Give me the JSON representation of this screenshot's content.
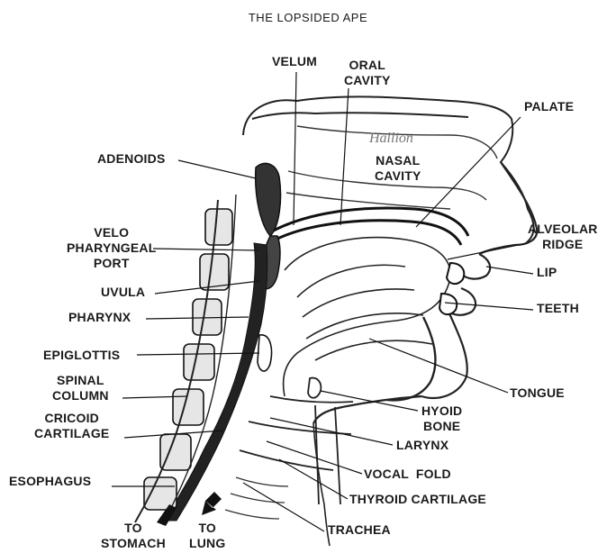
{
  "title": "THE LOPSIDED APE",
  "signature": "Hallion",
  "labels": {
    "velum": "VELUM",
    "oral_cavity": "ORAL\nCAVITY",
    "palate": "PALATE",
    "adenoids": "ADENOIDS",
    "nasal_cavity": "NASAL\nCAVITY",
    "velopharyngeal_port": "VELO\nPHARYNGEAL\nPORT",
    "alveolar_ridge": "ALVEOLAR\nRIDGE",
    "lip": "LIP",
    "uvula": "UVULA",
    "teeth": "TEETH",
    "pharynx": "PHARYNX",
    "epiglottis": "EPIGLOTTIS",
    "spinal_column": "SPINAL\nCOLUMN",
    "tongue": "TONGUE",
    "cricoid_cartilage": "CRICOID\nCARTILAGE",
    "hyoid_bone": "HYOID\nBONE",
    "larynx": "LARYNX",
    "esophagus": "ESOPHAGUS",
    "vocal_fold": "VOCAL  FOLD",
    "thyroid_cartilage": "THYROID CARTILAGE",
    "trachea": "TRACHEA",
    "to_stomach": "TO\nSTOMACH",
    "to_lung": "TO\nLUNG"
  }
}
